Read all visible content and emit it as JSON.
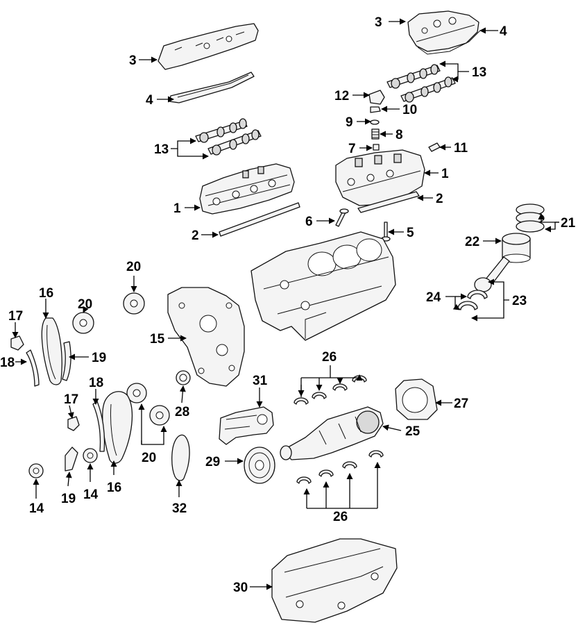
{
  "callouts": {
    "c1a": "1",
    "c1b": "1",
    "c2a": "2",
    "c2b": "2",
    "c3a": "3",
    "c3b": "3",
    "c4a": "4",
    "c4b": "4",
    "c5": "5",
    "c6": "6",
    "c7": "7",
    "c8": "8",
    "c9": "9",
    "c10": "10",
    "c11": "11",
    "c12": "12",
    "c13a": "13",
    "c13b": "13",
    "c14a": "14",
    "c14b": "14",
    "c15": "15",
    "c16a": "16",
    "c16b": "16",
    "c17a": "17",
    "c17b": "17",
    "c18a": "18",
    "c18b": "18",
    "c19a": "19",
    "c19b": "19",
    "c20a": "20",
    "c20b": "20",
    "c20c": "20",
    "c21": "21",
    "c22": "22",
    "c23": "23",
    "c24": "24",
    "c25": "25",
    "c26a": "26",
    "c26b": "26",
    "c27": "27",
    "c28": "28",
    "c29": "29",
    "c30": "30",
    "c31": "31",
    "c32": "32"
  }
}
